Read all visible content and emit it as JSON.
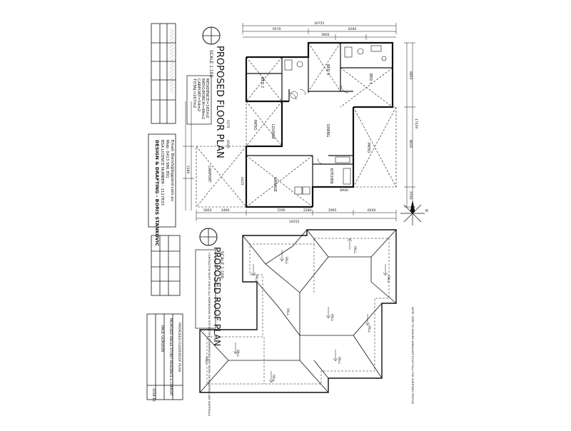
{
  "floor_plan": {
    "title": "PROPOSED FLOOR PLAN",
    "scale": "SCALE 1:100",
    "areas": {
      "residence": "RESIDENCE=165m2",
      "patio_porch": "PATIO/PORCH=48m2",
      "carport": "CARPORT=54m2",
      "total": "TOTAL=267m2"
    },
    "rooms": {
      "lounge": "LOUNGE",
      "dining": "DINING",
      "patio_left": "PATIO",
      "patio_right": "PATIO",
      "garage": "GARAGE",
      "carport": "CARPORT",
      "kitchen": "KITCHEN",
      "bed2": "BED 2",
      "bed3": "BED 3",
      "bed1": "BED 1",
      "wash": "WASH"
    },
    "dimensions": {
      "top_total": "16755",
      "top_a": "6570",
      "top_b": "8185",
      "top_c": "3800",
      "bottom_total": "24555",
      "bottom_a": "5850",
      "bottom_b": "4460",
      "bottom_c": "7290",
      "bottom_d": "2280",
      "bottom_e": "2965",
      "bottom_f": "6440",
      "right_total": "17430",
      "right_a": "6855",
      "right_b": "8635",
      "right_c": "2550",
      "left_a": "5375",
      "left_b": "4540",
      "left_c": "4425",
      "left_d": "5180"
    }
  },
  "roof_plan": {
    "title": "PROPOSED ROOF PLAN",
    "scale": "SCALE 1:100",
    "fall": "FALL",
    "note": "CONTRACTOR MUST CHECK ALL DIMENSIONS ON SITE BEFORE COMMENCING ANY WORK OR ORDERING ANY MATERIALS"
  },
  "designer": {
    "company": "DESIGN & DRAFTING - BORIS STANKOVIC",
    "licence": "BSA LICENCE NUMBER - 1127833",
    "mobile": "Mob: 0413 986 891",
    "email": "Email: BorisS@bigpond.com.au"
  },
  "title_block": {
    "client": "PAUL GORDON",
    "address": "PROPOSED SINGLE STOREY RESIDENCE & CARPORT",
    "drawing": "PROPOSED FLOOR/ROOF PLAN",
    "number": "2018-15"
  },
  "side_note": "NOTE: SEEK TO ENSURE ADEQUATE ROOF FALL FOR SHEETING PROFILE",
  "north_label": "N"
}
